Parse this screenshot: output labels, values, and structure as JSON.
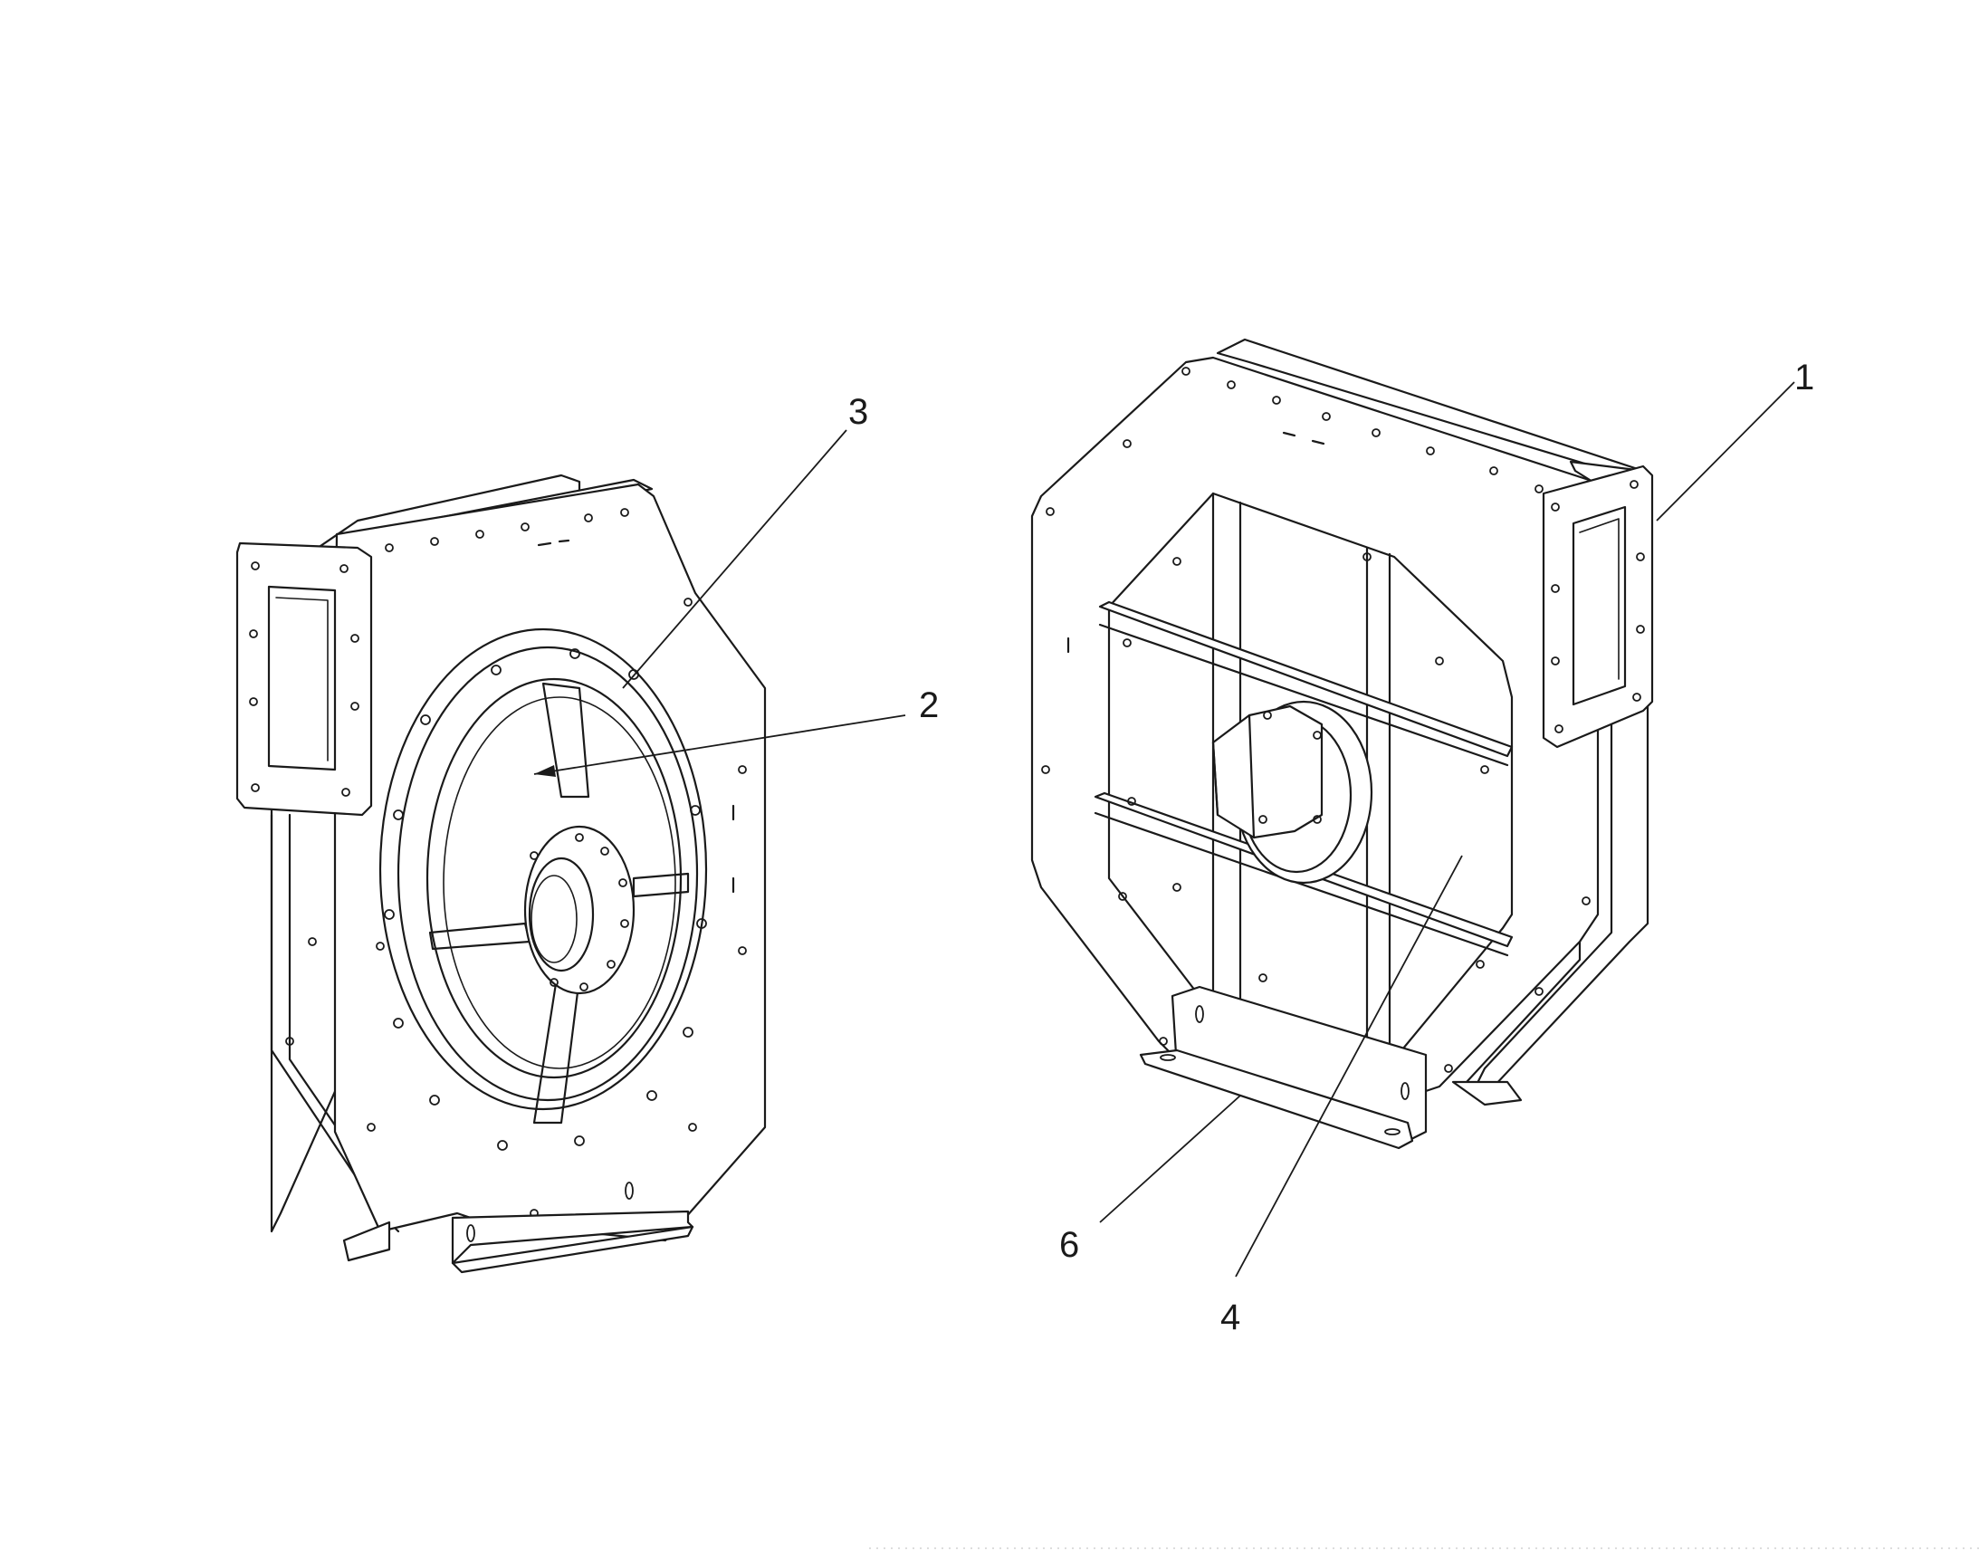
{
  "callouts": {
    "c1": "1",
    "c2": "2",
    "c3": "3",
    "c4": "4",
    "c6": "6"
  }
}
